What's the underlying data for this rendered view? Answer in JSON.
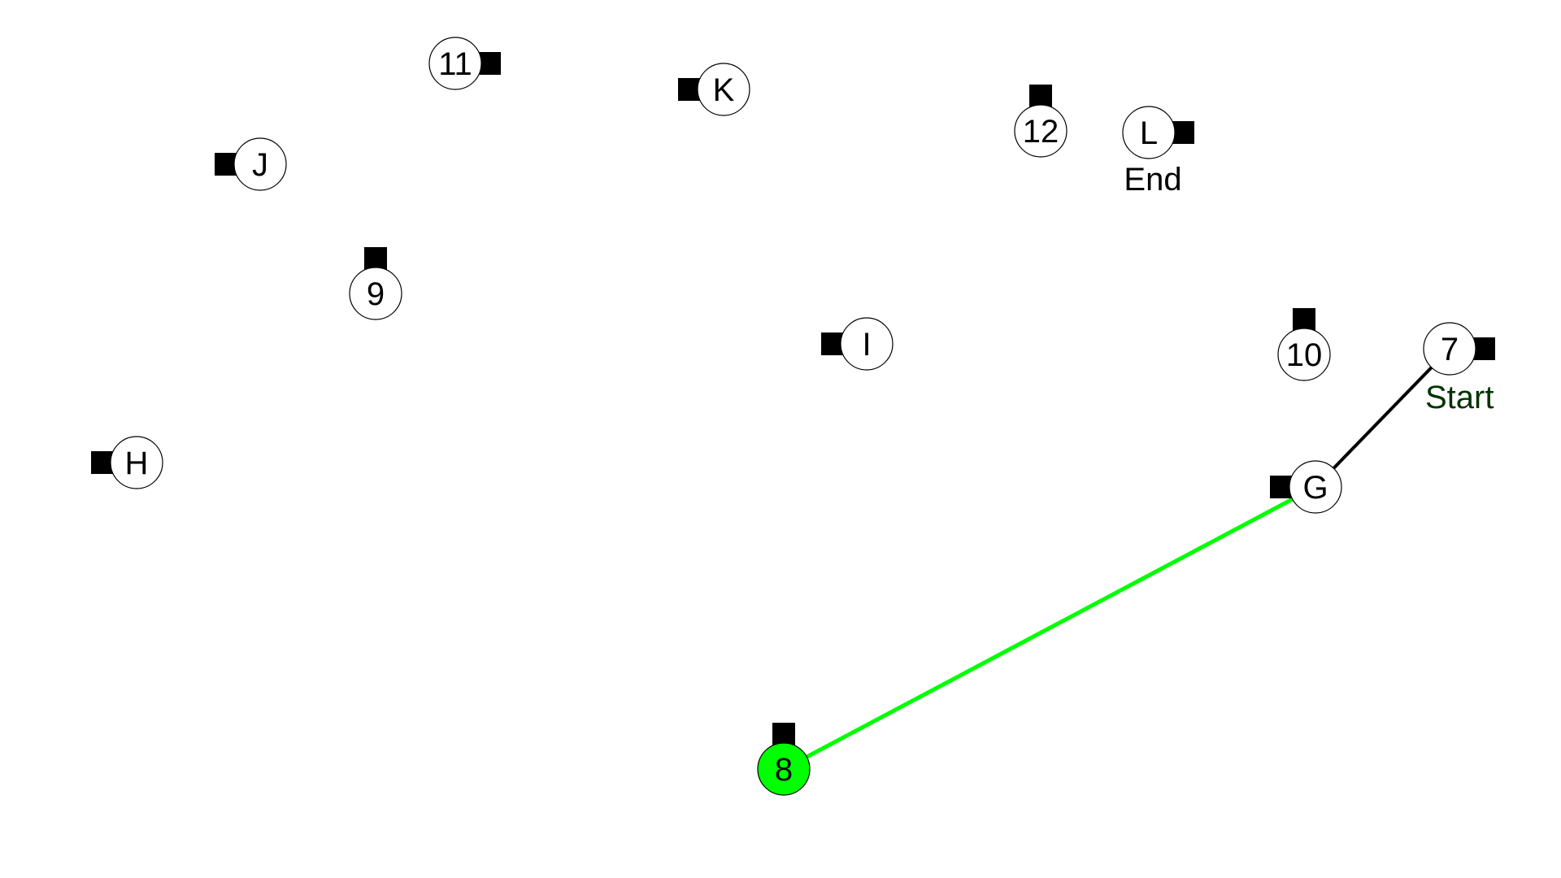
{
  "colors": {
    "background": "#ffffff",
    "node_fill": "#ffffff",
    "node_stroke": "#000000",
    "handle": "#000000",
    "active_fill": "#00ff00",
    "active_line": "#00ff00",
    "drawn_line": "#000000",
    "start_label": "#003300",
    "end_label": "#000000"
  },
  "game": {
    "start_label": "Start",
    "end_label": "End",
    "active_node": "8",
    "path": [
      "7",
      "G",
      "8"
    ],
    "nodes": [
      {
        "label": "11",
        "state": "unvisited"
      },
      {
        "label": "K",
        "state": "unvisited"
      },
      {
        "label": "12",
        "state": "unvisited"
      },
      {
        "label": "L",
        "state": "end"
      },
      {
        "label": "J",
        "state": "unvisited"
      },
      {
        "label": "9",
        "state": "unvisited"
      },
      {
        "label": "I",
        "state": "unvisited"
      },
      {
        "label": "10",
        "state": "unvisited"
      },
      {
        "label": "7",
        "state": "start"
      },
      {
        "label": "H",
        "state": "unvisited"
      },
      {
        "label": "G",
        "state": "visited"
      },
      {
        "label": "8",
        "state": "active"
      }
    ]
  }
}
